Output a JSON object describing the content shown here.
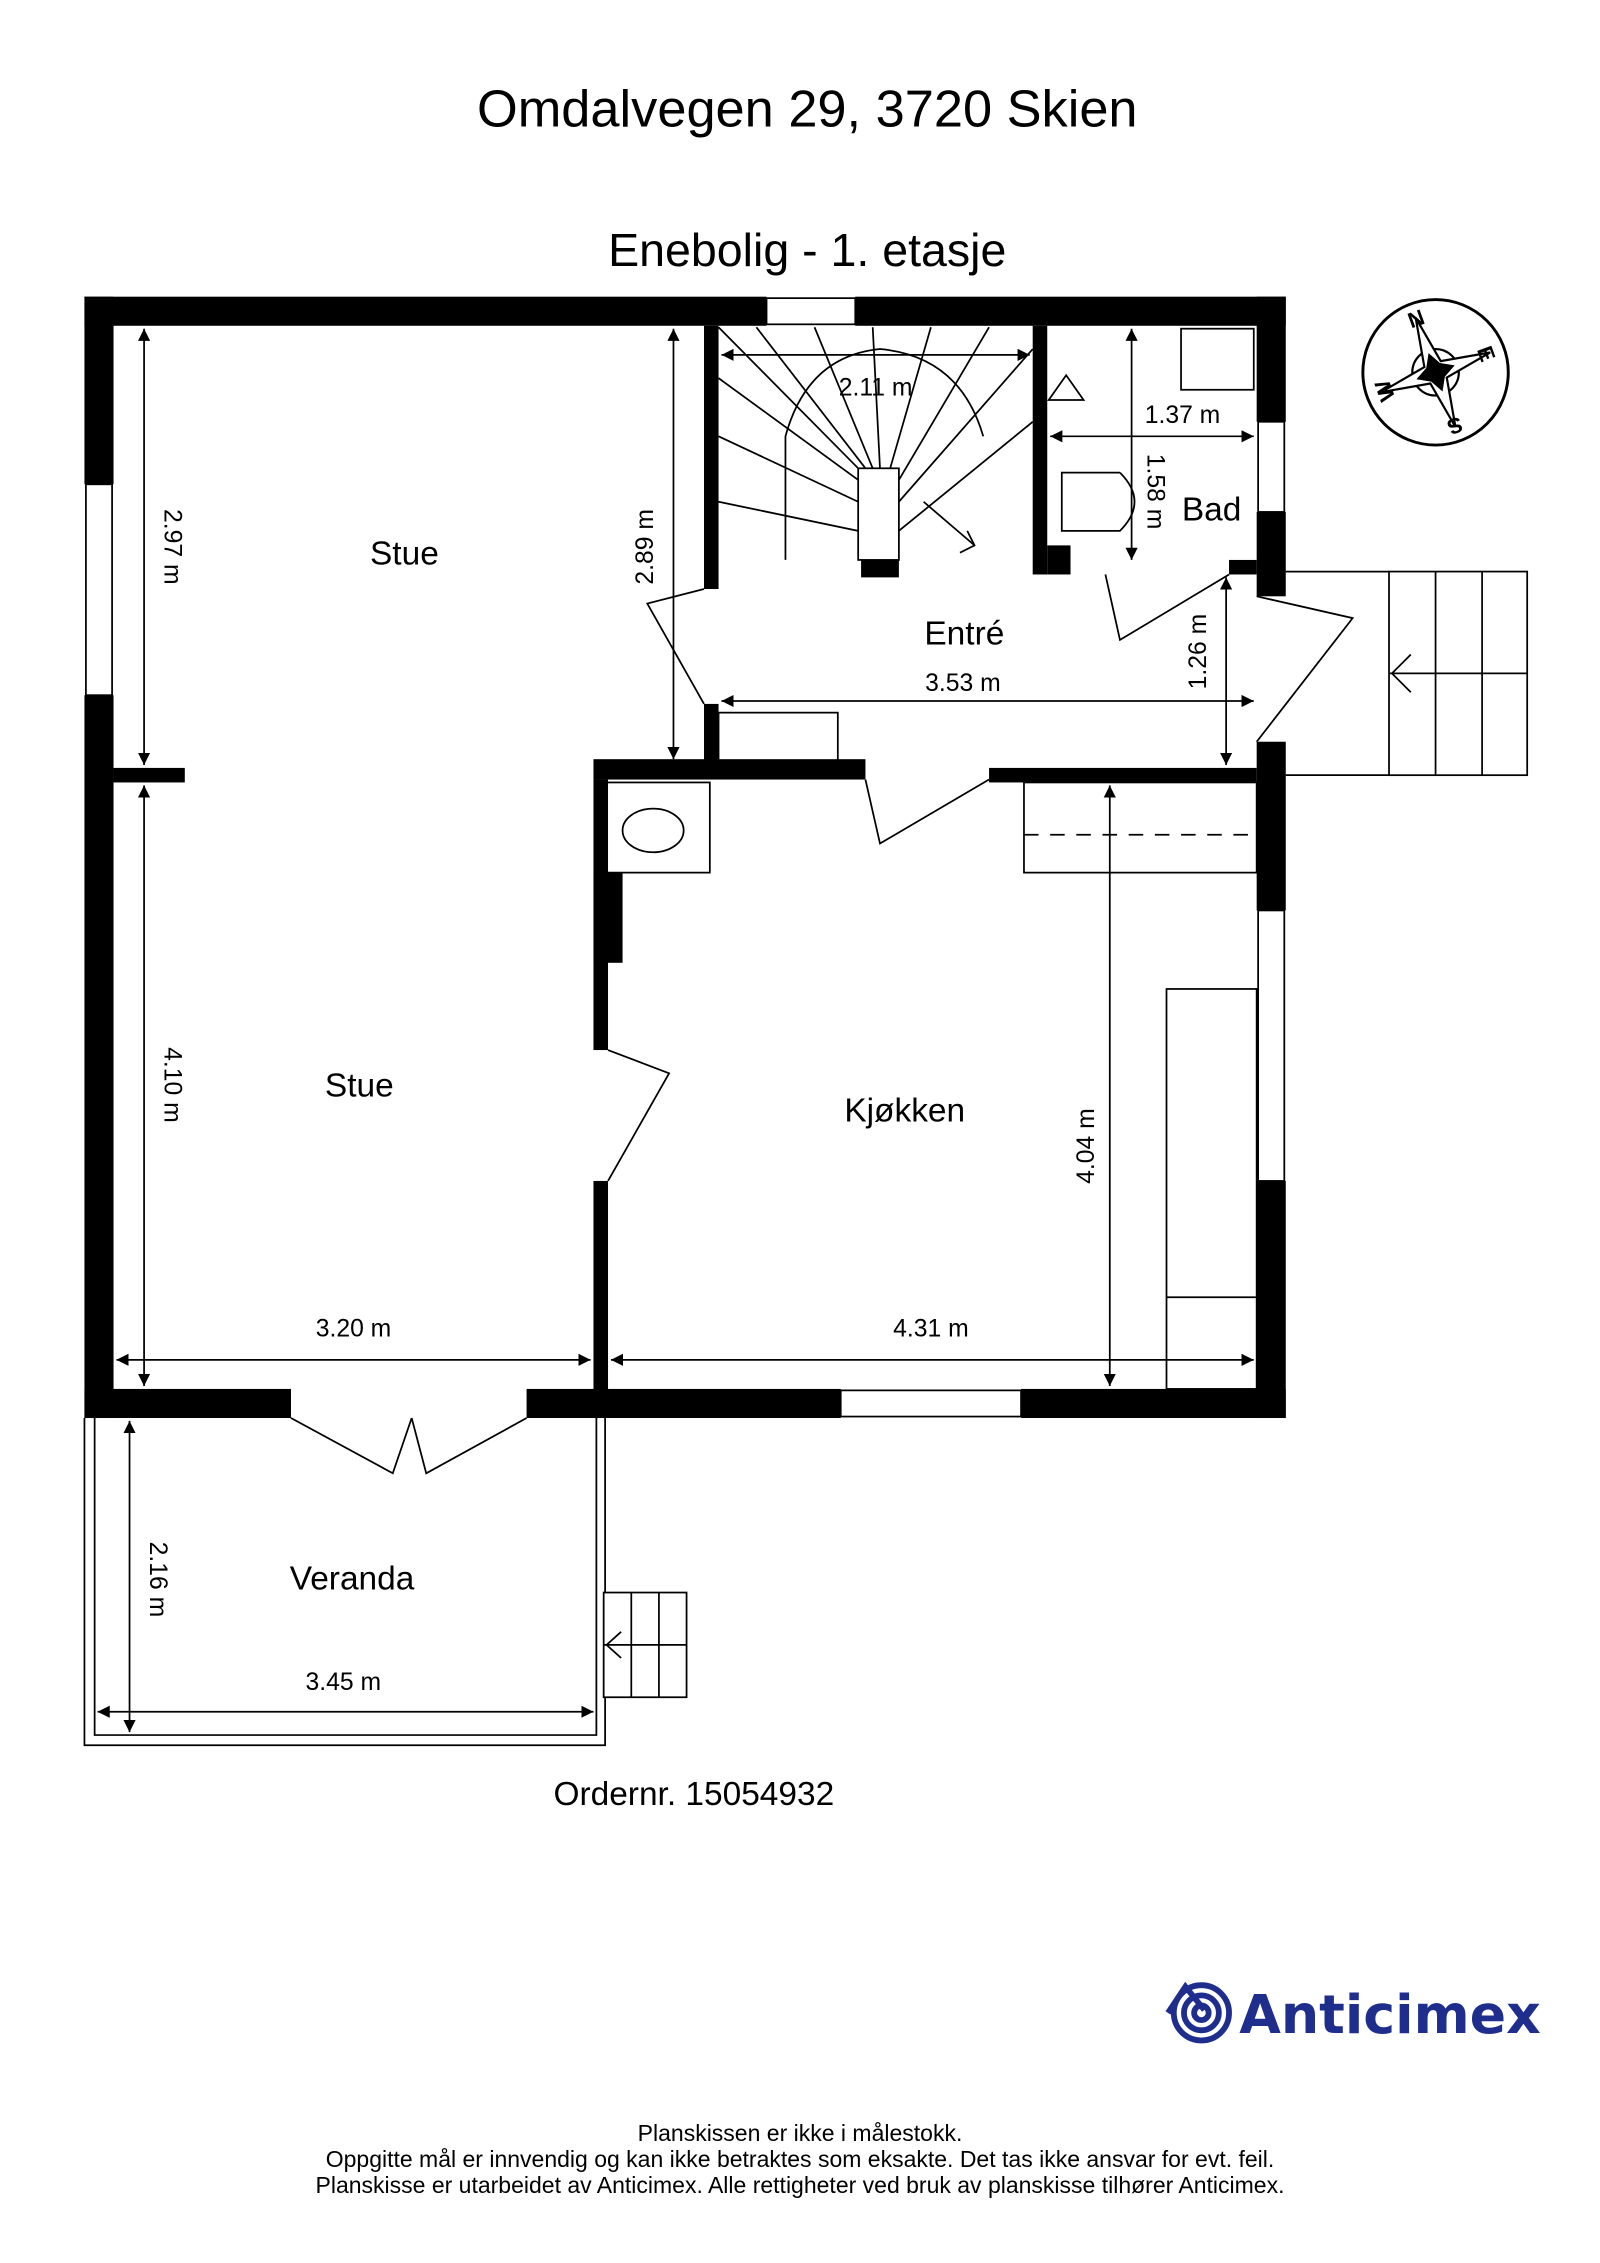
{
  "header": {
    "address": "Omdalvegen 29, 3720 Skien",
    "subtitle": "Enebolig - 1. etasje"
  },
  "rooms": [
    {
      "name": "Stue"
    },
    {
      "name": "Stue"
    },
    {
      "name": "Entré"
    },
    {
      "name": "Bad"
    },
    {
      "name": "Kjøkken"
    },
    {
      "name": "Veranda"
    }
  ],
  "dimensions": {
    "stue_upper_height": "2.97 m",
    "stue_upper_right": "2.89 m",
    "stairs_width": "2.11 m",
    "bad_width": "1.37 m",
    "bad_height": "1.58 m",
    "entre_width": "3.53 m",
    "entre_height": "1.26 m",
    "stue_lower_height": "4.10 m",
    "stue_width": "3.20 m",
    "kjokken_width": "4.31 m",
    "kjokken_height": "4.04 m",
    "veranda_height": "2.16 m",
    "veranda_width": "3.45 m"
  },
  "compass": {
    "n": "N",
    "e": "E",
    "s": "S",
    "w": "W"
  },
  "order": "Ordernr. 15054932",
  "logo": {
    "text": "Anticimex",
    "color": "#1f2e8c"
  },
  "footer": {
    "line1": "Planskissen er ikke i målestokk.",
    "line2": "Oppgitte mål er innvendig og kan ikke betraktes som eksakte. Det tas ikke ansvar for evt. feil.",
    "line3": "Planskisse er utarbeidet av Anticimex. Alle rettigheter ved bruk av planskisse tilhører Anticimex."
  }
}
